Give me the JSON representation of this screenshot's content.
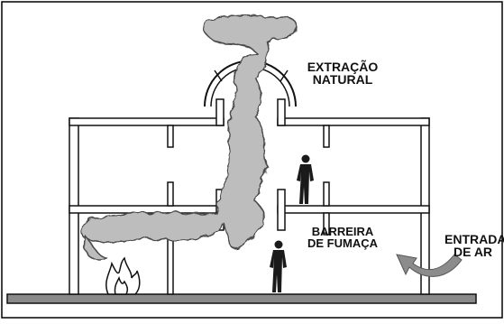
{
  "labels": {
    "natural_extraction": [
      "EXTRAÇÃO",
      "NATURAL"
    ],
    "smoke_barrier": [
      "BARREIRA",
      "DE FUMAÇA"
    ],
    "air_inlet": [
      "ENTRADA",
      "DE AR"
    ]
  },
  "colors": {
    "frame_border": "#000000",
    "wall_fill": "#ffffff",
    "wall_stroke": "#111111",
    "floor_bar": "#8a8a8a",
    "smoke_fill": "#bdbdbd",
    "smoke_stroke": "#4a4a4a",
    "barrier": "#333333",
    "person": "#1a1a1a",
    "arrow": "#8c8c8c",
    "flame": "#ffffff"
  },
  "icons": [
    "fire-icon",
    "person-icon",
    "curved-arrow-icon"
  ]
}
